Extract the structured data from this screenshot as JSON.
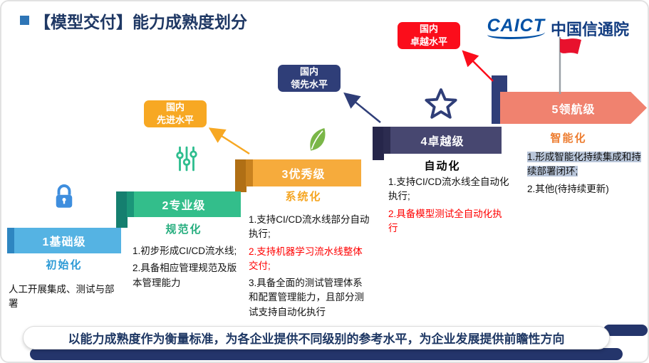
{
  "header": {
    "title": "【模型交付】能力成熟度划分",
    "logo": {
      "caict": "CAICT",
      "name": "中国信通院"
    }
  },
  "badges": {
    "advanced": {
      "line1": "国内",
      "line2": "先进水平"
    },
    "leading": {
      "line1": "国内",
      "line2": "领先水平"
    },
    "excellent": {
      "line1": "国内",
      "line2": "卓越水平"
    }
  },
  "levels": [
    {
      "label": "1基础级",
      "keyword": "初始化",
      "details": [
        {
          "text": "人工开展集成、测试与部署"
        }
      ]
    },
    {
      "label": "2专业级",
      "keyword": "规范化",
      "details": [
        {
          "text": "1.初步形成CI/CD流水线;"
        },
        {
          "text": "2.具备相应管理规范及版本管理能力"
        }
      ]
    },
    {
      "label": "3优秀级",
      "keyword": "系统化",
      "details": [
        {
          "text": "1.支持CI/CD流水线部分自动执行;"
        },
        {
          "text": "2.支持机器学习流水线整体交付;"
        },
        {
          "text": "3.具备全面的测试管理体系和配置管理能力，且部分测试支持自动化执行"
        }
      ]
    },
    {
      "label": "4卓越级",
      "keyword": "自动化",
      "details": [
        {
          "text": "1.支持CI/CD流水线全自动化执行;"
        },
        {
          "text": "2.具备模型测试全自动化执行"
        }
      ]
    },
    {
      "label": "5领航级",
      "keyword": "智能化",
      "details": [
        {
          "text": "1.形成智能化持续集成和持续部署闭环;"
        },
        {
          "text": "2.其他(待持续更新)"
        }
      ]
    }
  ],
  "footer": {
    "text": "以能力成熟度作为衡量标准，为各企业提供不同级别的参考水平，为企业发展提供前瞻性方向"
  },
  "palette": {
    "title": "#1F3864",
    "level1_bar": "#55B3E3",
    "level1_keyword": "#2E9BD6",
    "level2_bar": "#33BE8B",
    "level2_keyword": "#27AE7F",
    "level3_bar": "#F6AB3C",
    "level3_keyword": "#F5A623",
    "level4_bar": "#474770",
    "level4_keyword": "#000000",
    "level5_arrow": "#F0826F",
    "level5_keyword": "#ED7D31",
    "badge_advanced": "#F7A823",
    "badge_leading": "#2F3E78",
    "badge_excellent": "#FB0D1B",
    "red_text": "#FF0000",
    "highlight": "#B9C6DA",
    "footer_navy": "#24356B",
    "logo_blue": "#0050A5"
  }
}
